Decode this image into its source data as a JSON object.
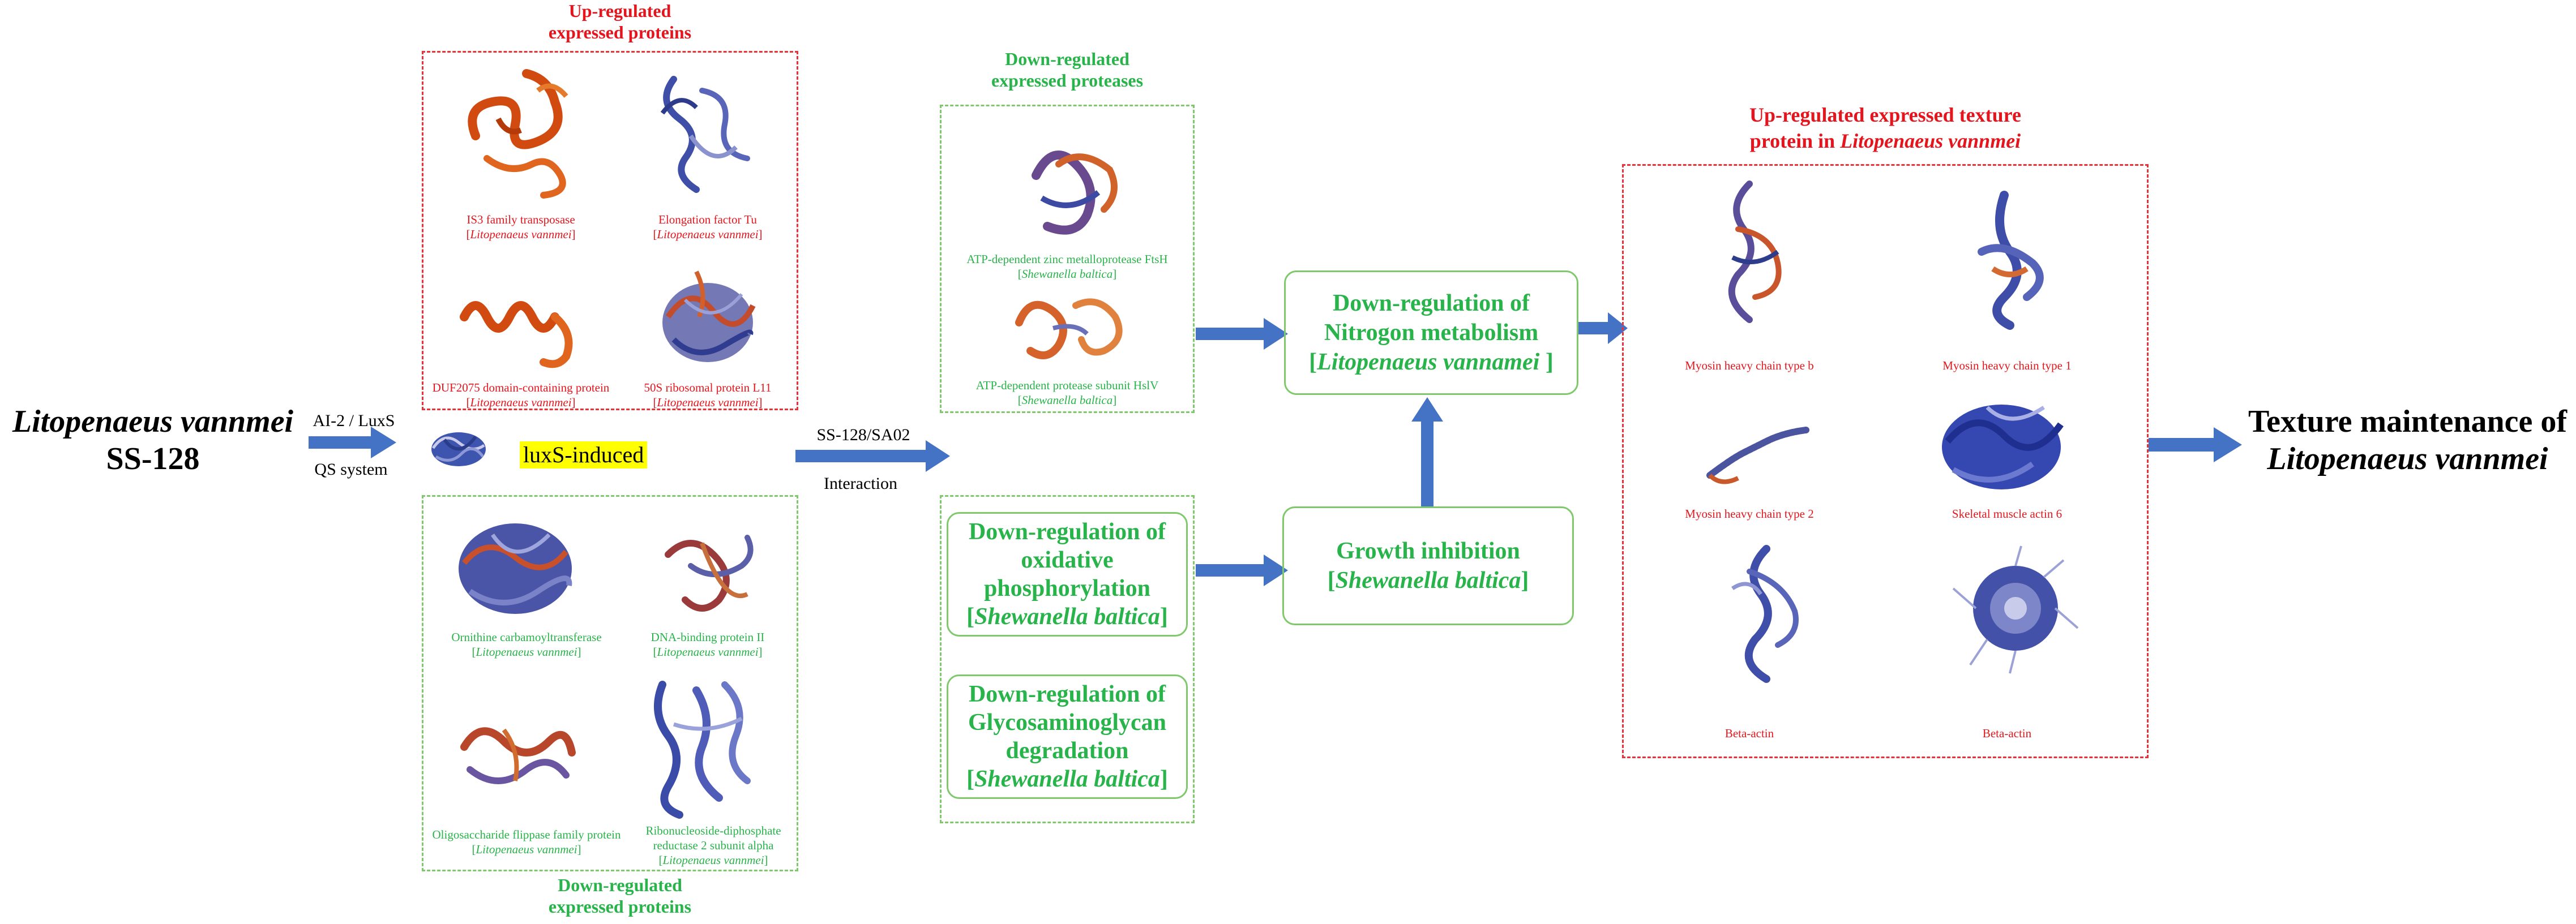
{
  "colors": {
    "red": "#e4151c",
    "green": "#28b44a",
    "arrow": "#4472c4",
    "highlight": "#ffff00"
  },
  "source": {
    "organism": "Litopenaeus vannmei",
    "strain": "SS-128"
  },
  "qs_arrow": {
    "top": "AI-2 / LuxS",
    "bottom": "QS system"
  },
  "luxs_label": "luxS-induced",
  "interaction_arrow": {
    "top": "SS-128/SA02",
    "bottom": "Interaction"
  },
  "up_proteins": {
    "title_line1": "Up-regulated",
    "title_line2": "expressed proteins",
    "items": [
      {
        "name": "IS3 family transposase",
        "organism": "Litopenaeus vannmei",
        "icon": "protein-structure-orange"
      },
      {
        "name": "Elongation factor Tu",
        "organism": "Litopenaeus vannmei",
        "icon": "protein-structure-blue"
      },
      {
        "name": "DUF2075 domain-containing protein",
        "organism": "Litopenaeus vannmei",
        "icon": "protein-helix-orange"
      },
      {
        "name": "50S ribosomal protein L11",
        "organism": "Litopenaeus vannmei",
        "icon": "protein-structure-mixed"
      }
    ]
  },
  "down_proteins": {
    "title_line1": "Down-regulated",
    "title_line2": "expressed proteins",
    "items": [
      {
        "name": "Ornithine carbamoyltransferase",
        "organism": "Litopenaeus vannmei",
        "icon": "protein-structure-mixed"
      },
      {
        "name": "DNA-binding protein II",
        "organism": "Litopenaeus vannmei",
        "icon": "protein-structure-mixed"
      },
      {
        "name": "Oligosaccharide flippase family protein",
        "organism": "Litopenaeus vannmei",
        "icon": "protein-structure-mixed"
      },
      {
        "name_line1": "Ribonucleoside-diphosphate",
        "name_line2": "reductase 2 subunit alpha",
        "organism": "Litopenaeus vannmei",
        "icon": "protein-structure-blue"
      }
    ]
  },
  "proteases": {
    "title_line1": "Down-regulated",
    "title_line2": "expressed proteases",
    "items": [
      {
        "name": "ATP-dependent zinc metalloprotease FtsH",
        "organism": "Shewanella baltica",
        "icon": "protein-structure-mixed"
      },
      {
        "name": "ATP-dependent protease subunit HslV",
        "organism": "Shewanella baltica",
        "icon": "protein-structure-orange"
      }
    ]
  },
  "oxphos_box": {
    "line1": "Down-regulation of",
    "line2": "oxidative",
    "line3": "phosphorylation",
    "organism": "Shewanella baltica"
  },
  "gag_box": {
    "line1": "Down-regulation of",
    "line2": "Glycosaminoglycan",
    "line3": "degradation",
    "organism": "Shewanella baltica"
  },
  "growth_box": {
    "line1": "Growth inhibition",
    "organism": "Shewanella baltica"
  },
  "nitrogen_box": {
    "line1": "Down-regulation of",
    "line2": "Nitrogon metabolism",
    "organism": "Litopenaeus vannamei"
  },
  "texture_proteins": {
    "title_line1": "Up-regulated expressed texture",
    "title_line2_prefix": "protein in",
    "title_organism": "Litopenaeus vannmei",
    "items": [
      {
        "name": "Myosin heavy chain type b",
        "icon": "protein-structure-mixed"
      },
      {
        "name": "Myosin heavy chain type 1",
        "icon": "protein-structure-mixed"
      },
      {
        "name": "Myosin heavy chain type 2",
        "icon": "protein-coil-blue"
      },
      {
        "name": "Skeletal muscle actin 6",
        "icon": "protein-structure-blue"
      },
      {
        "name": "Beta-actin",
        "icon": "protein-structure-blue"
      },
      {
        "name": "Beta-actin",
        "icon": "protein-structure-blue"
      }
    ]
  },
  "result": {
    "line1": "Texture maintenance of",
    "organism": "Litopenaeus vannmei"
  }
}
